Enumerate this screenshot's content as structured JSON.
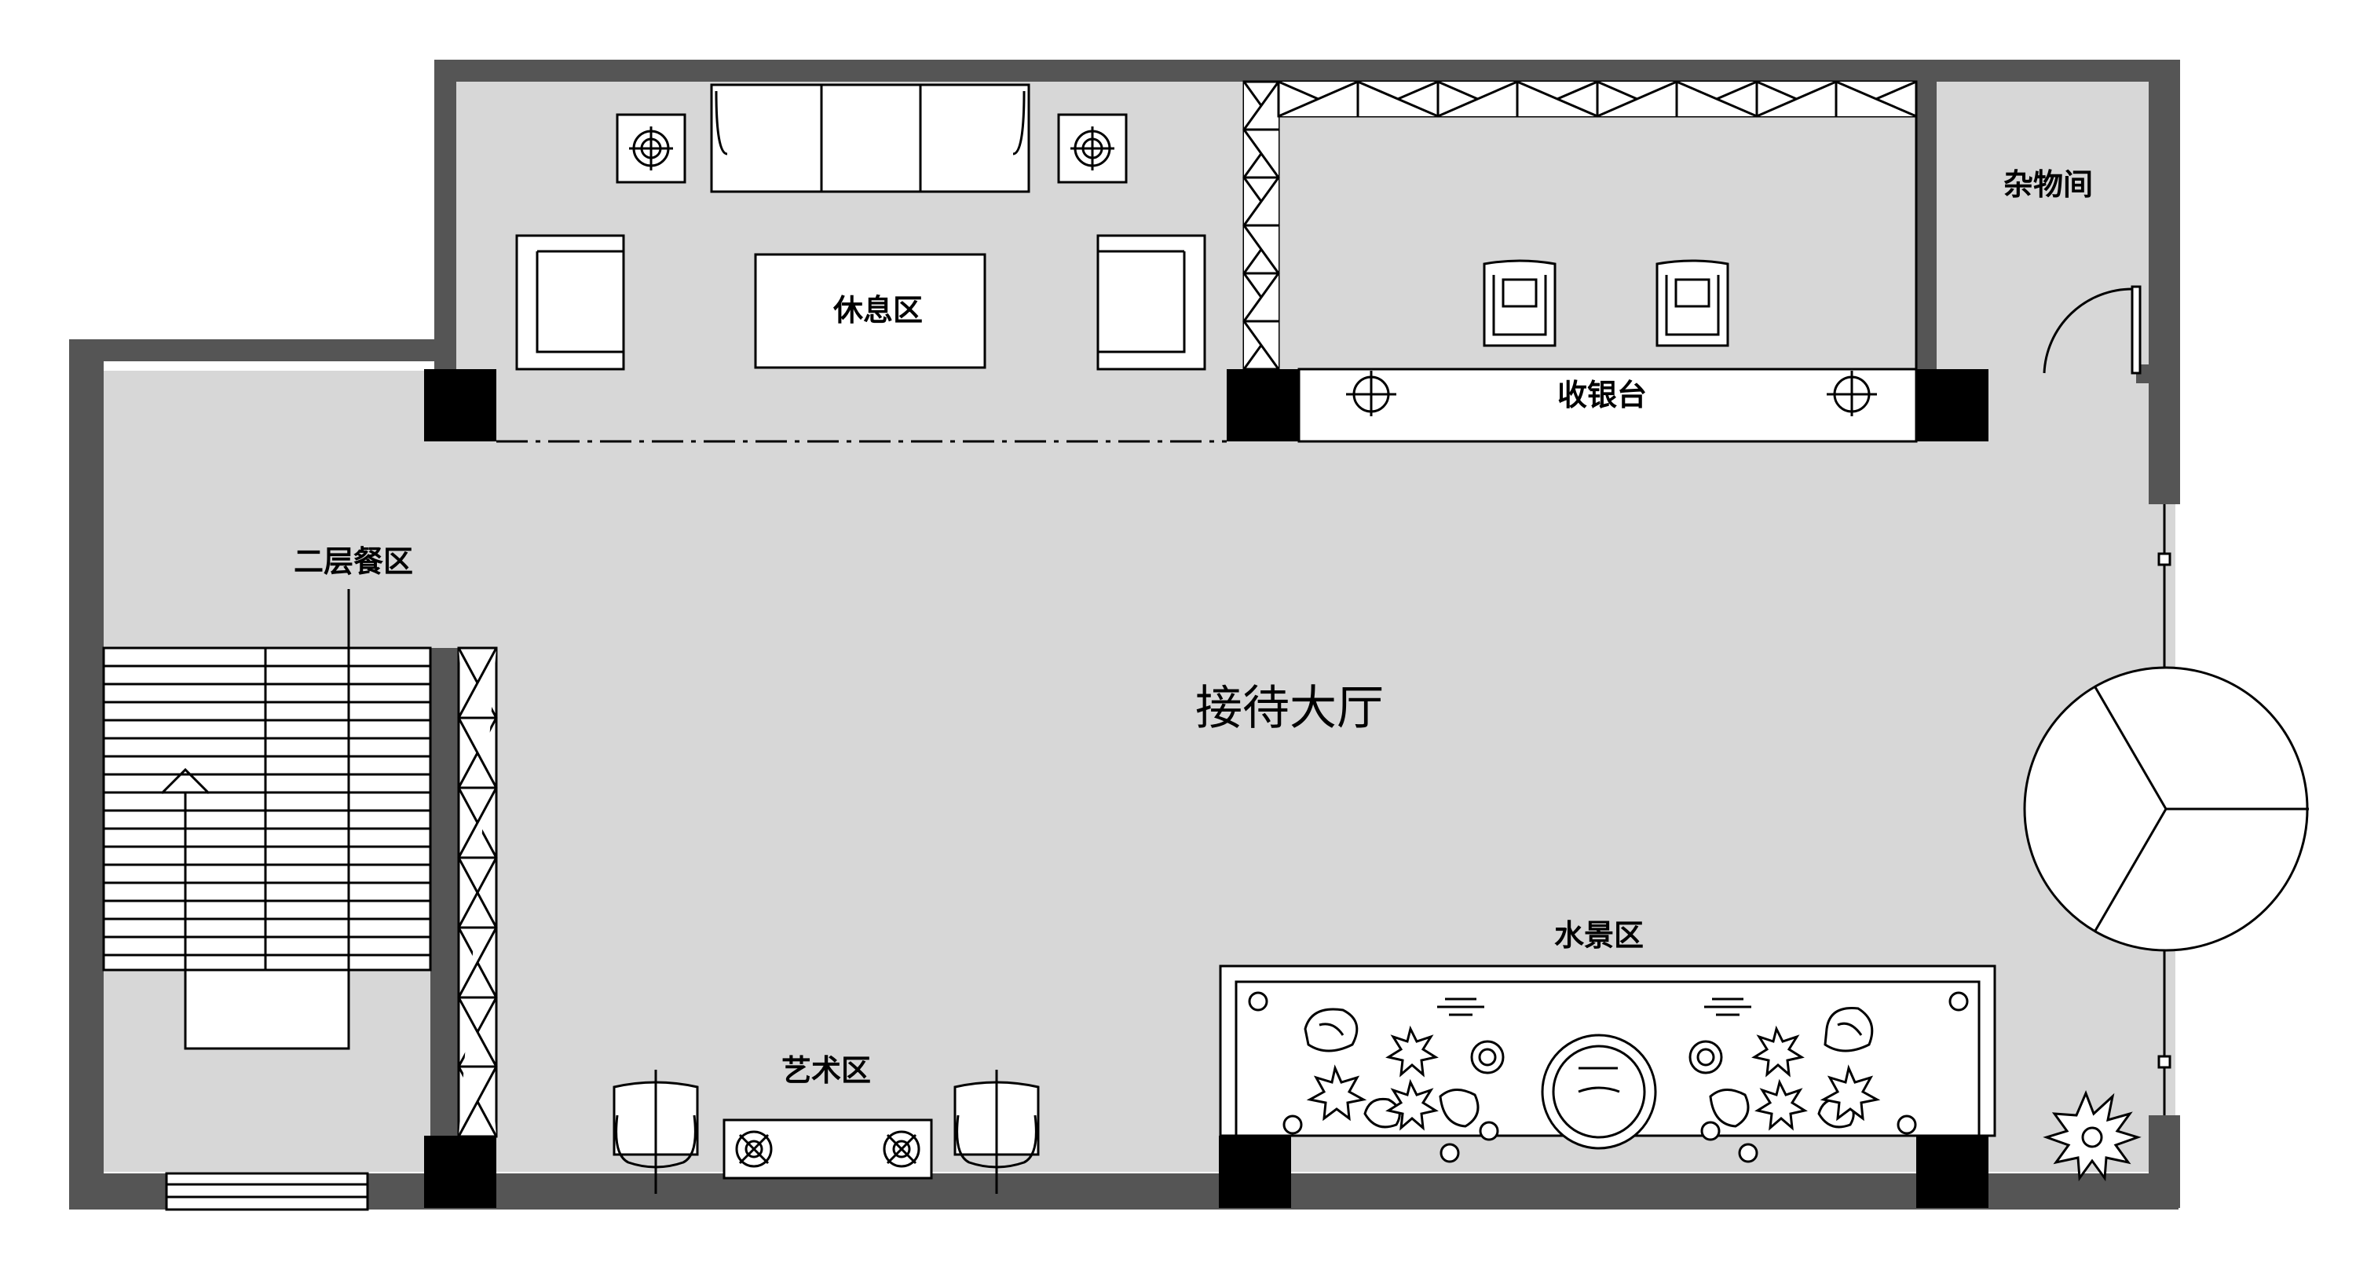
{
  "labels": {
    "lounge": "休息区",
    "storage": "杂物间",
    "cashier": "收银台",
    "dining": "二层餐区",
    "lobby": "接待大厅",
    "water": "水景区",
    "art": "艺术区"
  },
  "colors": {
    "floor": "#d7d7d7",
    "wall": "#555555",
    "column": "#000000",
    "furniture": "#ffffff",
    "line": "#000000"
  }
}
